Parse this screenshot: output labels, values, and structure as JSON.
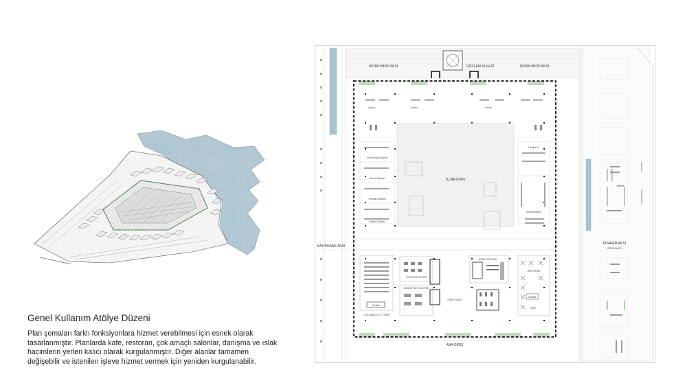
{
  "caption": {
    "title": "Genel Kullanım Atölye Düzeni",
    "description": "Plan şemaları farklı fonksiyonlara hizmet verebilmesi için esnek olarak tasarlanmıştır. Planlarda kafe, restoran, çok amaçlı salonlar, danışma ve ıslak hacimlerin yerleri kalıcı olarak kurgulanmıştır. Diğer alanlar tamamen değişebilir ve istenilen işleve hizmet vermek için yeniden kurgulanabilir."
  },
  "plan": {
    "axes": {
      "workshop_left": "WORKSHOP AKSI",
      "observation_tower": "GÖZLEM KULESİ",
      "workshop_right": "WORKSHOP AKSI",
      "boathouse": "KAYIKHANE AKSI",
      "design": "TASARIM AKSI",
      "main_entrance": "ANA GİRİŞ"
    },
    "spaces": {
      "courtyard": "İÇ MEYDAN",
      "entrance_foyer": "GİRİŞ FUAYE",
      "restaurant": "RESTORAN",
      "cafe": "CAFE",
      "theatre_workshop": "TİYATRO ATÖLYESİ",
      "dance_workshop": "DANS ATÖLYESİ",
      "multipurpose_hall": "ÇOK AMAÇLI S.T. GİRİŞ",
      "self_build_workshop": "KENDİN YAP ATÖLYESİ",
      "wc": "Tuvalet",
      "production_axis": "ÜRETİM AKSI"
    },
    "small_labels": [
      "Fotoğraf A.",
      "Resim Atölyesi",
      "Seramik Atölyesi",
      "Heykel Atölyesi",
      "Kendin Yap Atölyesi",
      "Müzik Atölyesi",
      "Mobilite",
      "Bisiklet"
    ]
  },
  "colors": {
    "water": "#a9c4d1",
    "green_band": "#c5d6c2",
    "wall_dash": "#2b2b2b",
    "line": "#b9b9b9"
  }
}
